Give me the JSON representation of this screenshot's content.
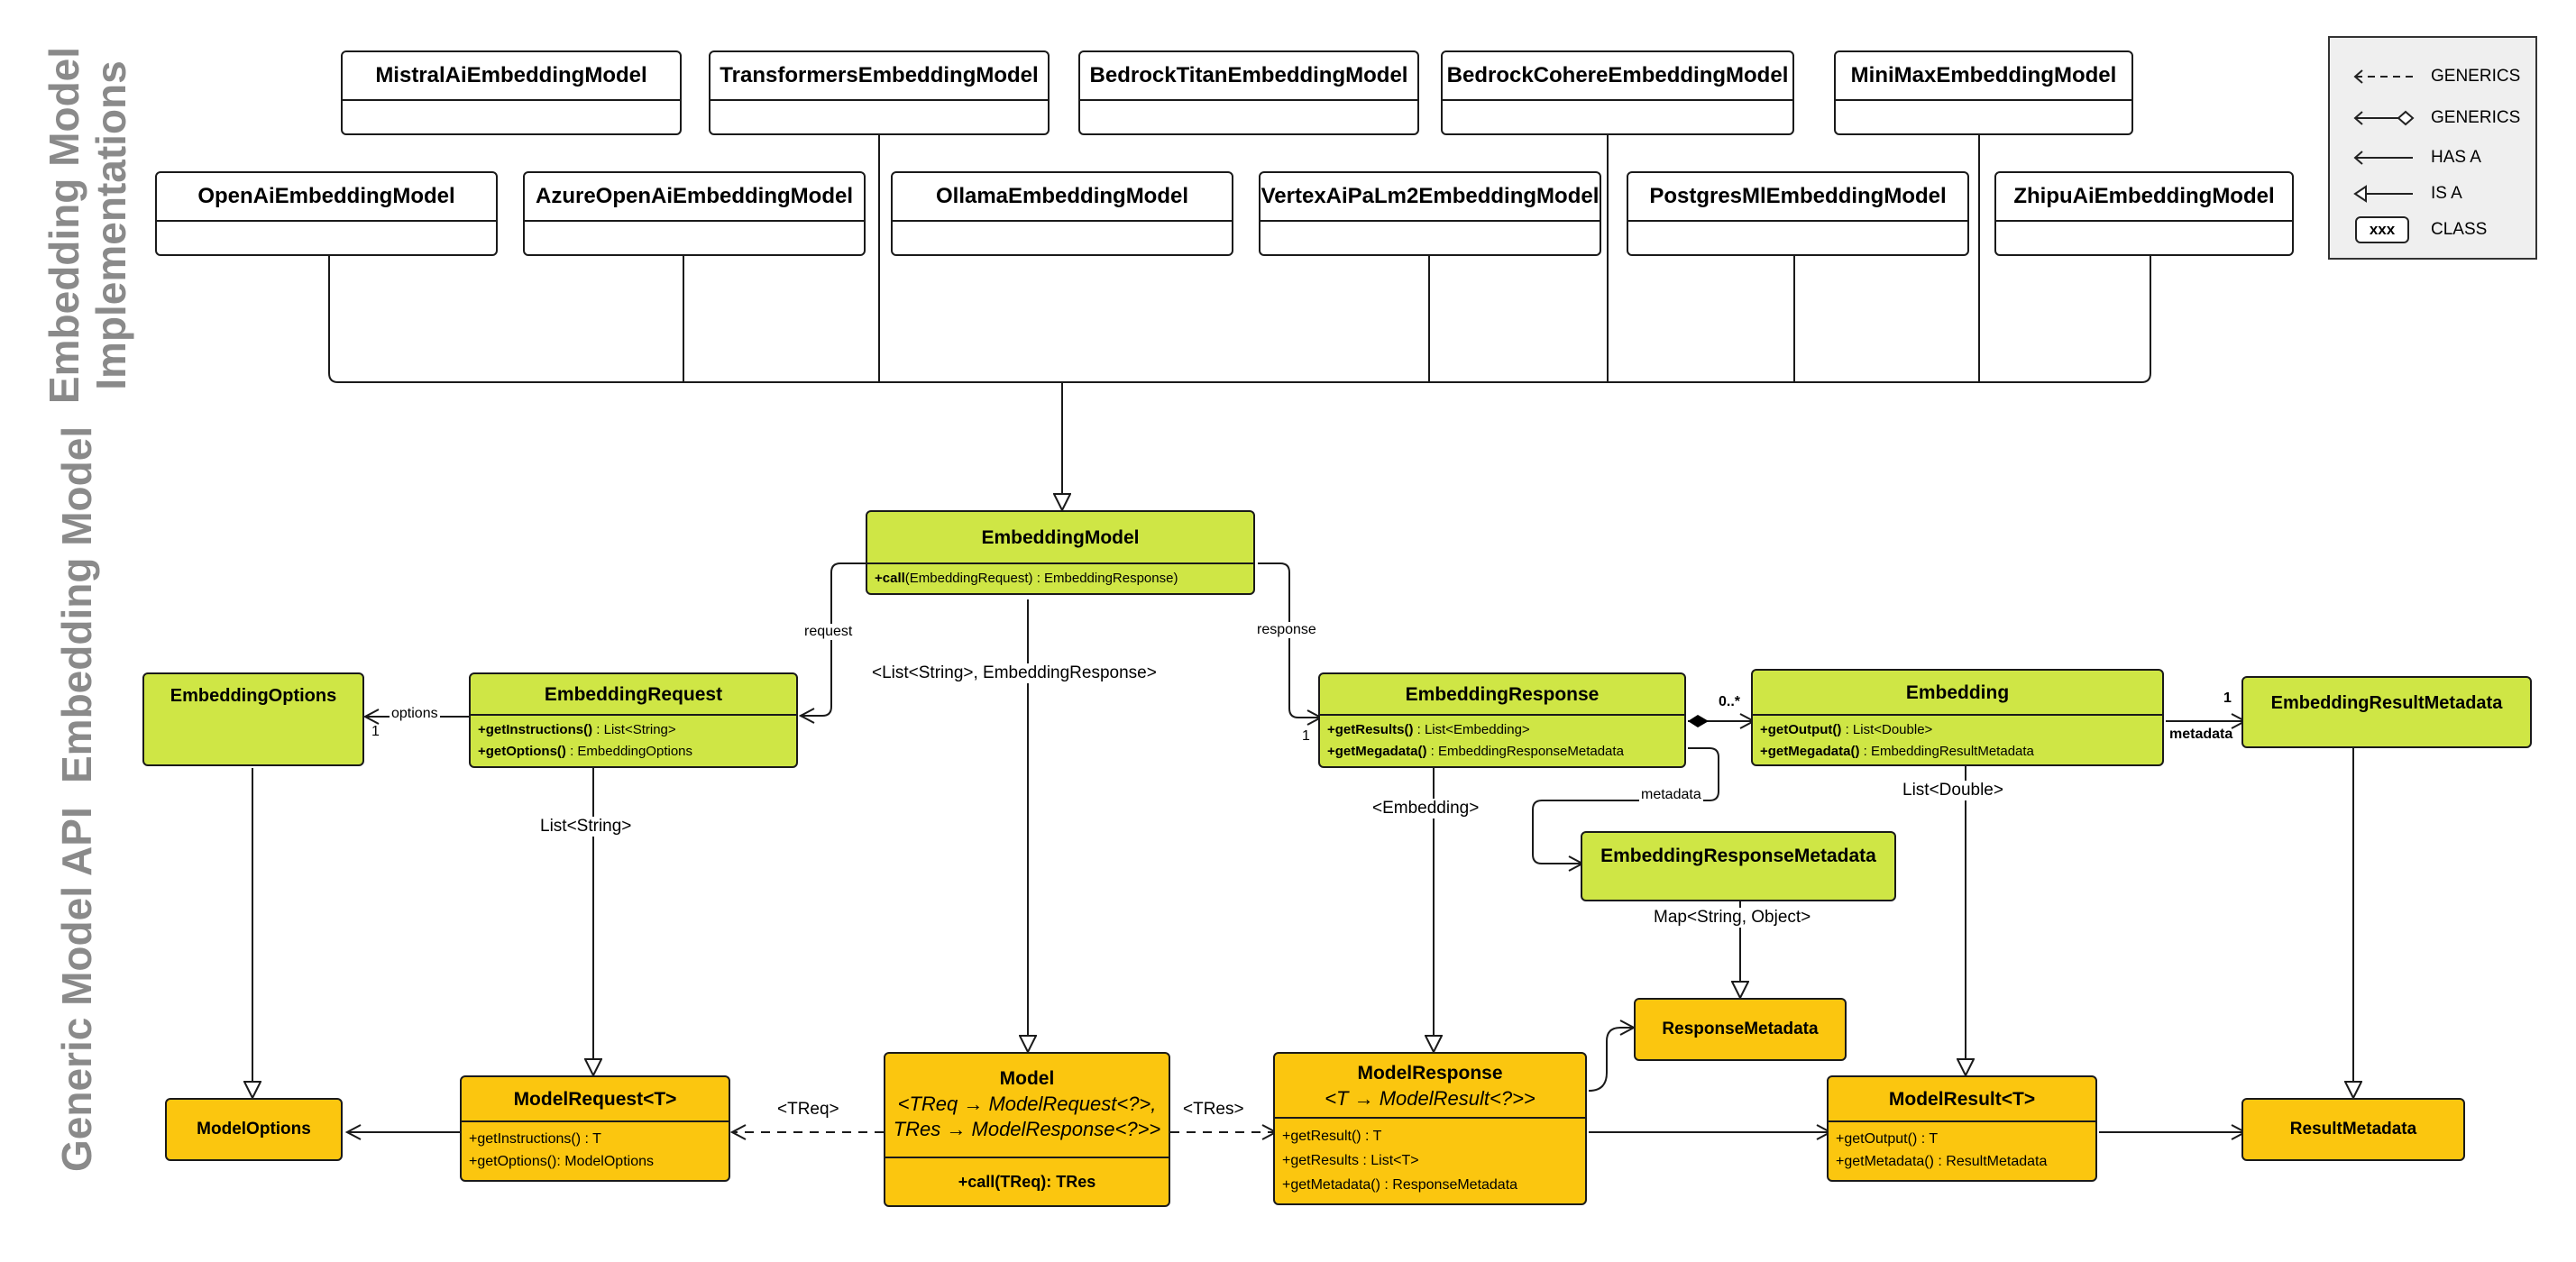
{
  "sections": {
    "implementations": "Embedding Model Implementations",
    "embedding_model": "Embedding Model",
    "generic_api": "Generic Model API"
  },
  "implementations": {
    "top_row": [
      "MistralAiEmbeddingModel",
      "TransformersEmbeddingModel",
      "BedrockTitanEmbeddingModel",
      "BedrockCohereEmbeddingModel",
      "MiniMaxEmbeddingModel"
    ],
    "bottom_row": [
      "OpenAiEmbeddingModel",
      "AzureOpenAiEmbeddingModel",
      "OllamaEmbeddingModel",
      "VertexAiPaLm2EmbeddingModel",
      "PostgresMlEmbeddingModel",
      "ZhipuAiEmbeddingModel"
    ]
  },
  "classes": {
    "embedding_model": {
      "name": "EmbeddingModel",
      "methods": [
        {
          "name": "+call",
          "sig": "(EmbeddingRequest) : EmbeddingResponse)"
        }
      ]
    },
    "embedding_options": {
      "name": "EmbeddingOptions"
    },
    "embedding_request": {
      "name": "EmbeddingRequest",
      "methods": [
        {
          "name": "+getInstructions()",
          "sig": " : List<String>"
        },
        {
          "name": "+getOptions()",
          "sig": " : EmbeddingOptions"
        }
      ]
    },
    "embedding_response": {
      "name": "EmbeddingResponse",
      "methods": [
        {
          "name": "+getResults()",
          "sig": " : List<Embedding>"
        },
        {
          "name": "+getMegadata()",
          "sig": " : EmbeddingResponseMetadata"
        }
      ]
    },
    "embedding": {
      "name": "Embedding",
      "methods": [
        {
          "name": "+getOutput()",
          "sig": " : List<Double>"
        },
        {
          "name": "+getMegadata()",
          "sig": " : EmbeddingResultMetadata"
        }
      ]
    },
    "embedding_result_metadata": {
      "name": "EmbeddingResultMetadata"
    },
    "embedding_response_metadata": {
      "name": "EmbeddingResponseMetadata"
    },
    "response_metadata": {
      "name": "ResponseMetadata"
    },
    "model_options": {
      "name": "ModelOptions"
    },
    "model_request": {
      "name": "ModelRequest<T>",
      "methods": [
        "+getInstructions() : T",
        "+getOptions(): ModelOptions"
      ]
    },
    "model": {
      "name": "Model",
      "generic_line1": "<TReq → ModelRequest<?>,",
      "generic_line2": "TRes → ModelResponse<?>>",
      "method": "+call(TReq): TRes"
    },
    "model_response": {
      "name": "ModelResponse",
      "generic": "<T → ModelResult<?>>",
      "methods": [
        "+getResult() : T",
        "+getResults : List<T>",
        "+getMetadata() : ResponseMetadata"
      ]
    },
    "model_result": {
      "name": "ModelResult<T>",
      "methods": [
        "+getOutput() : T",
        "+getMetadata() : ResultMetadata"
      ]
    },
    "result_metadata": {
      "name": "ResultMetadata"
    }
  },
  "labels": {
    "request": "request",
    "response": "response",
    "options": "options",
    "one_options": "1",
    "one_response": "1",
    "list_string_embedding_response": "<List<String>, EmbeddingResponse>",
    "list_string": "List<String>",
    "embedding_generic": "<Embedding>",
    "metadata_response": "metadata",
    "zero_many": "0..*",
    "one_result": "1",
    "metadata_result": "metadata",
    "list_double": "List<Double>",
    "map_string_object": "Map<String, Object>",
    "treq": "<TReq>",
    "tres": "<TRes>"
  },
  "legend": [
    {
      "symbol": "dashed-arrow-icon",
      "label": "GENERICS"
    },
    {
      "symbol": "diamond-arrow-icon",
      "label": "GENERICS"
    },
    {
      "symbol": "open-arrow-icon",
      "label": "HAS A"
    },
    {
      "symbol": "triangle-arrow-icon",
      "label": "IS A"
    },
    {
      "symbol": "class-box-icon",
      "label": "CLASS",
      "box_text": "xxx"
    }
  ]
}
